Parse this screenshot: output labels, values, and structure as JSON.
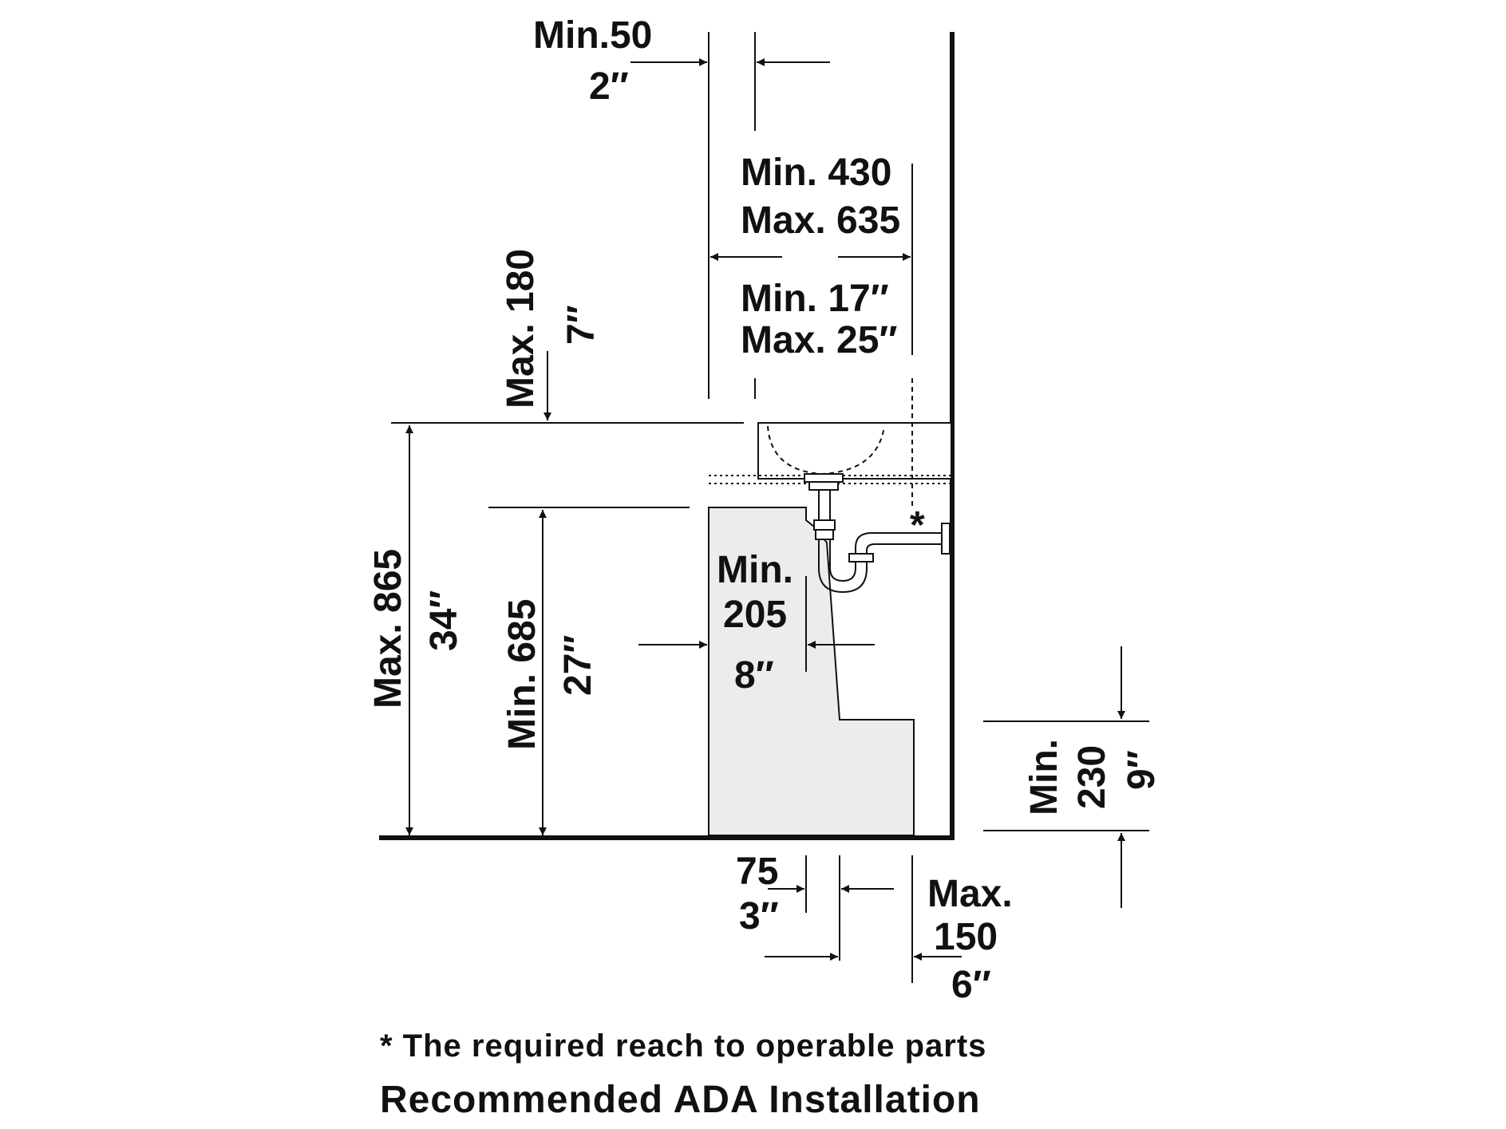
{
  "dimensions": {
    "min50_mm": "Min.50",
    "min50_in": "2″",
    "depth_min_mm": "Min. 430",
    "depth_max_mm": "Max. 635",
    "depth_min_in": "Min. 17″",
    "depth_max_in": "Max. 25″",
    "max180_mm": "Max. 180",
    "max180_in": "7″",
    "max865_mm": "Max. 865",
    "max865_in": "34″",
    "min685_mm": "Min. 685",
    "min685_in": "27″",
    "min205_word": "Min.",
    "min205_mm": "205",
    "min205_in": "8″",
    "min230_word": "Min.",
    "min230_mm": "230",
    "min230_in": "9″",
    "d75_mm": "75",
    "d75_in": "3″",
    "max150_word": "Max.",
    "max150_mm": "150",
    "max150_in": "6″"
  },
  "asterisk": "*",
  "footnote": "* The required reach to operable parts",
  "title": "Recommended ADA Installation"
}
